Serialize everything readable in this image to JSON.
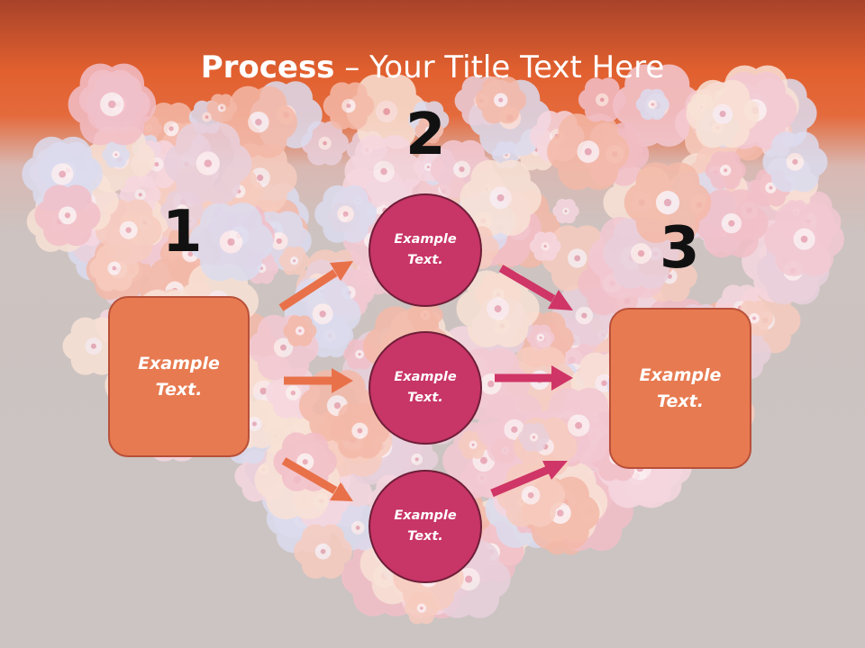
{
  "title": {
    "bold": "Process",
    "rest": " – Your Title Text Here"
  },
  "steps": [
    "1",
    "2",
    "3"
  ],
  "left_box": "Example\nText.",
  "right_box": "Example\nText.",
  "circles": [
    "Example\nText.",
    "Example\nText.",
    "Example\nText."
  ],
  "colors": {
    "header": "#e2602f",
    "box_fill": "#e77a50",
    "circle_fill": "#c83567",
    "arrow_orange": "#e8714a",
    "arrow_pink": "#cf3566"
  },
  "icons": [
    "flower-heart-background",
    "arrow-icon"
  ]
}
